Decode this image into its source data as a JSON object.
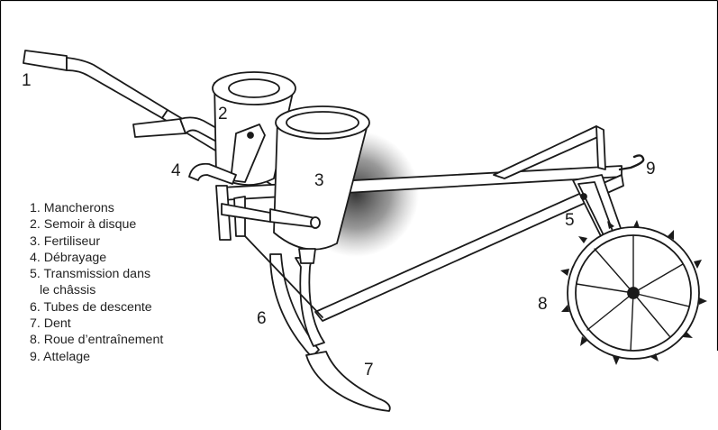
{
  "callouts": {
    "c1": "1",
    "c2": "2",
    "c3": "3",
    "c4": "4",
    "c5": "5",
    "c6": "6",
    "c7": "7",
    "c8": "8",
    "c9": "9"
  },
  "legend": {
    "items": [
      "1. Mancherons",
      "2. Semoir à disque",
      "3. Fertiliseur",
      "4. Débrayage",
      "5. Transmission dans",
      "6. Tubes de descente",
      "7. Dent",
      "8. Roue d’entraînement",
      "9. Attelage"
    ],
    "item5_continuation": "le châssis"
  },
  "colors": {
    "line": "#1a1a1a",
    "fill": "#ffffff",
    "shadow": "#3a3a3a",
    "frame": "#000000"
  }
}
